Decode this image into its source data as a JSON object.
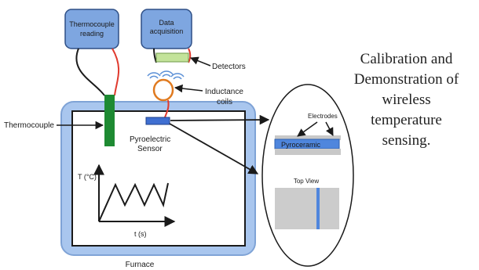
{
  "boxes": {
    "thermocouple_reading": [
      "Thermocouple",
      "reading"
    ],
    "data_acquisition": [
      "Data",
      "acquisition"
    ]
  },
  "labels": {
    "detectors": "Detectors",
    "inductance_coils": [
      "Inductance",
      "coils"
    ],
    "thermocouple": "Thermocouple",
    "pyroelectric_sensor": [
      "Pyroelectric",
      "Sensor"
    ],
    "furnace": "Furnace",
    "electrodes": "Electrodes",
    "pyroceramic": "Pyroceramic",
    "top_view": "Top View"
  },
  "graph": {
    "ylabel": "T (°C)",
    "xlabel": "t (s)"
  },
  "caption": [
    "Calibration and",
    "Demonstration of",
    "wireless",
    "temperature",
    "sensing."
  ],
  "colors": {
    "box_fill": "#7ea6e0",
    "furnace_fill": "#a9c6ee",
    "thermocouple_probe": "#1e8a32",
    "detector": "#c3e39a",
    "coil": "#e07a1f",
    "sensor": "#3f6fd1",
    "wire_red": "#e03a2e",
    "wire_black": "#1a1a1a"
  }
}
